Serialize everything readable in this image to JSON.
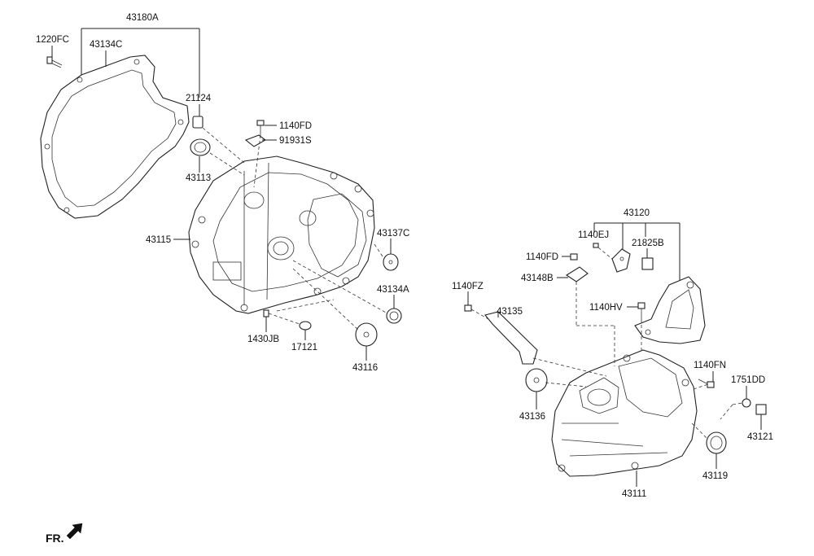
{
  "labels": {
    "p43180A": "43180A",
    "p1220FC": "1220FC",
    "p43134C": "43134C",
    "p21124": "21124",
    "p1140FD_a": "1140FD",
    "p91931S": "91931S",
    "p43113": "43113",
    "p43115": "43115",
    "p43137C": "43137C",
    "p43134A": "43134A",
    "p1430JB": "1430JB",
    "p17121": "17121",
    "p43116": "43116",
    "p43120": "43120",
    "p1140EJ": "1140EJ",
    "p21825B": "21825B",
    "p1140FD_b": "1140FD",
    "p43148B": "43148B",
    "p1140FZ": "1140FZ",
    "p43135": "43135",
    "p1140HV": "1140HV",
    "p1140FN": "1140FN",
    "p1751DD": "1751DD",
    "p43121": "43121",
    "p43136": "43136",
    "p43119": "43119",
    "p43111": "43111"
  },
  "direction": {
    "label": "FR."
  }
}
